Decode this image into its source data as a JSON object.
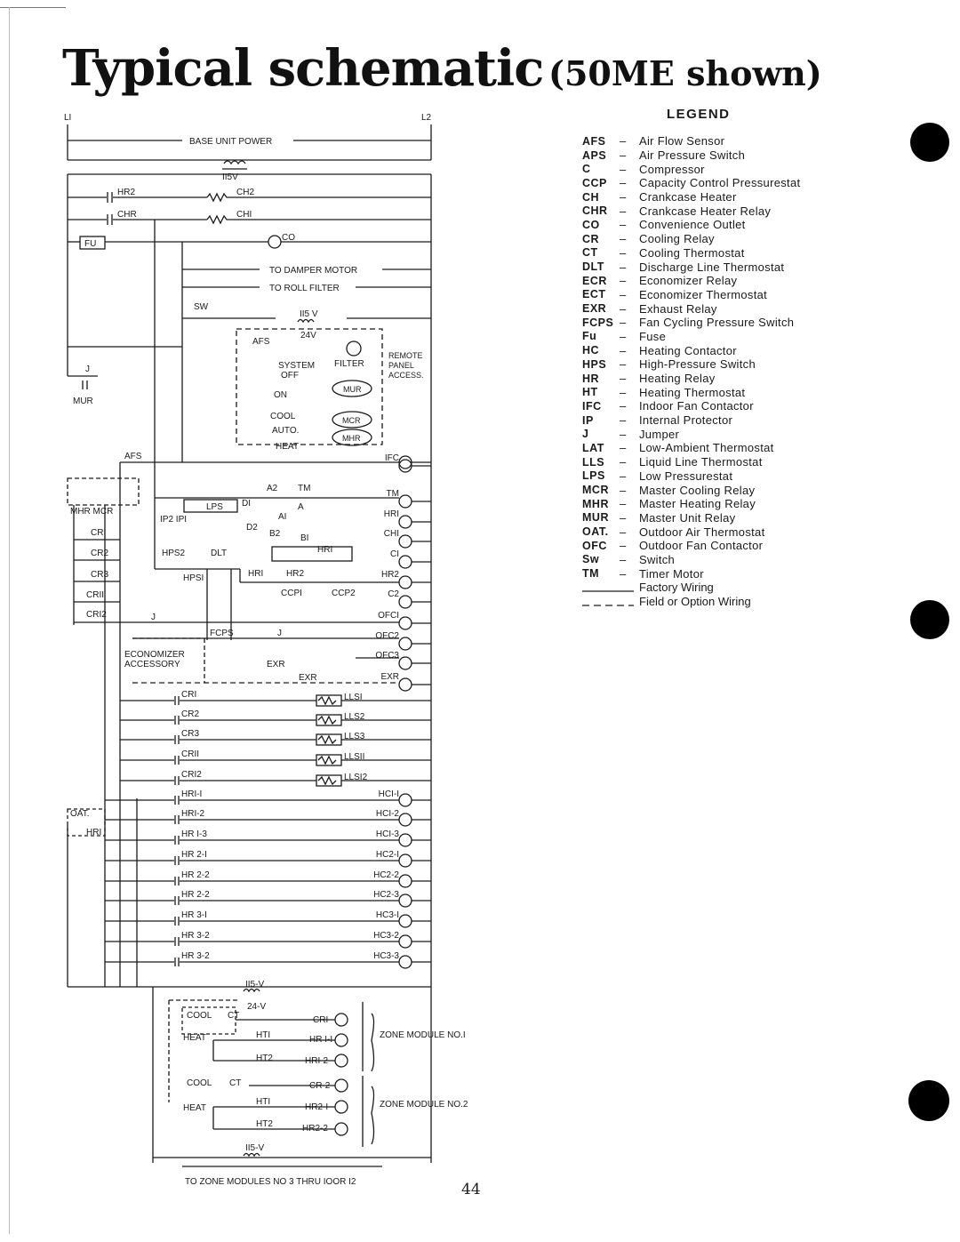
{
  "title": {
    "main": "Typical schematic",
    "sub": "(50ME shown)"
  },
  "legend": {
    "heading": "LEGEND",
    "items": [
      {
        "code": "AFS",
        "dash": "–",
        "desc": "Air Flow Sensor"
      },
      {
        "code": "APS",
        "dash": "–",
        "desc": "Air Pressure Switch"
      },
      {
        "code": "C",
        "dash": "–",
        "desc": "Compressor"
      },
      {
        "code": "CCP",
        "dash": "–",
        "desc": "Capacity Control Pressurestat"
      },
      {
        "code": "CH",
        "dash": "–",
        "desc": "Crankcase Heater"
      },
      {
        "code": "CHR",
        "dash": "–",
        "desc": "Crankcase Heater Relay"
      },
      {
        "code": "CO",
        "dash": "–",
        "desc": "Convenience Outlet"
      },
      {
        "code": "CR",
        "dash": "–",
        "desc": "Cooling Relay"
      },
      {
        "code": "CT",
        "dash": "–",
        "desc": "Cooling Thermostat"
      },
      {
        "code": "DLT",
        "dash": "–",
        "desc": "Discharge Line Thermostat"
      },
      {
        "code": "ECR",
        "dash": "–",
        "desc": "Economizer Relay"
      },
      {
        "code": "ECT",
        "dash": "–",
        "desc": "Economizer Thermostat"
      },
      {
        "code": "EXR",
        "dash": "–",
        "desc": "Exhaust Relay"
      },
      {
        "code": "FCPS",
        "dash": "–",
        "desc": "Fan Cycling Pressure Switch"
      },
      {
        "code": "Fu",
        "dash": "–",
        "desc": "Fuse"
      },
      {
        "code": "HC",
        "dash": "–",
        "desc": "Heating Contactor"
      },
      {
        "code": "HPS",
        "dash": "–",
        "desc": "High-Pressure Switch"
      },
      {
        "code": "HR",
        "dash": "–",
        "desc": "Heating Relay"
      },
      {
        "code": "HT",
        "dash": "–",
        "desc": "Heating Thermostat"
      },
      {
        "code": "IFC",
        "dash": "–",
        "desc": "Indoor Fan Contactor"
      },
      {
        "code": "IP",
        "dash": "–",
        "desc": "Internal Protector"
      },
      {
        "code": "J",
        "dash": "–",
        "desc": "Jumper"
      },
      {
        "code": "LAT",
        "dash": "–",
        "desc": "Low-Ambient Thermostat"
      },
      {
        "code": "LLS",
        "dash": "–",
        "desc": "Liquid Line Thermostat"
      },
      {
        "code": "LPS",
        "dash": "–",
        "desc": "Low Pressurestat"
      },
      {
        "code": "MCR",
        "dash": "–",
        "desc": "Master Cooling Relay"
      },
      {
        "code": "MHR",
        "dash": "–",
        "desc": "Master Heating Relay"
      },
      {
        "code": "MUR",
        "dash": "–",
        "desc": "Master Unit Relay"
      },
      {
        "code": "OAT.",
        "dash": "–",
        "desc": "Outdoor Air Thermostat"
      },
      {
        "code": "OFC",
        "dash": "–",
        "desc": "Outdoor Fan Contactor"
      },
      {
        "code": "Sw",
        "dash": "–",
        "desc": "Switch"
      },
      {
        "code": "TM",
        "dash": "–",
        "desc": "Timer Motor"
      }
    ],
    "factory_wiring": "Factory Wiring",
    "field_wiring": "Field or Option Wiring"
  },
  "schematic": {
    "l1": "LI",
    "l2": "L2",
    "base_unit_power": "BASE UNIT POWER",
    "v115": "II5V",
    "hr2": "HR2",
    "ch2": "CH2",
    "chr": "CHR",
    "ch1": "CHI",
    "fu": "FU",
    "co": "CO",
    "damper": "TO DAMPER MOTOR",
    "roll_filter": "TO ROLL FILTER",
    "sw": "SW",
    "v115b": "II5 V",
    "v24": "24V",
    "afs_top": "AFS",
    "remote": "REMOTE",
    "panel": "PANEL",
    "access": "ACCESS.",
    "system": "SYSTEM",
    "filter": "FILTER",
    "off": "OFF",
    "on": "ON",
    "mur": "MUR",
    "cool": "COOL",
    "auto": "AUTO.",
    "heat": "HEAT",
    "mcr": "MCR",
    "mhr": "MHR",
    "j": "J",
    "mur_left": "MUR",
    "afs": "AFS",
    "ifc": "IFC",
    "mhr_mcr": "MHR MCR",
    "a2": "A2",
    "tm": "TM",
    "lps": "LPS",
    "d1": "DI",
    "a": "A",
    "ip2_ip1": "IP2 IPI",
    "a1": "AI",
    "d2": "D2",
    "b2": "B2",
    "b1": "BI",
    "hr1": "HRI",
    "hps2": "HPS2",
    "dlt": "DLT",
    "hps1": "HPSI",
    "hr2b": "HR2",
    "ccp1": "CCPI",
    "ccp2": "CCP2",
    "cr1": "CRI",
    "cr2": "CR2",
    "cr3": "CR3",
    "cr11": "CRII",
    "cr12": "CRI2",
    "fcps": "FCPS",
    "economizer": "ECONOMIZER",
    "accessory": "ACCESSORY",
    "exr": "EXR",
    "oat": "OAT.",
    "zone_module_1": "ZONE MODULE NO.I",
    "zone_module_2": "ZONE MODULE NO.2",
    "v115_bottom": "II5-V",
    "v24_bottom": "24-V",
    "ct": "CT",
    "ht1": "HTI",
    "ht2": "HT2",
    "to_zone_modules": "TO ZONE MODULES NO 3 THRU IOOR I2",
    "right_loads": [
      "IFC",
      "TM",
      "HRI",
      "CHI",
      "CI",
      "HR2",
      "C2",
      "OFCI",
      "OFC2",
      "OFC3",
      "EXR"
    ],
    "lls": [
      "LLSI",
      "LLS2",
      "LLS3",
      "LLSII",
      "LLSI2"
    ],
    "lls_cr": [
      "CRI",
      "CR2",
      "CR3",
      "CRII",
      "CRI2"
    ],
    "hr_contacts": [
      "HRI-I",
      "HRI-2",
      "HR I-3",
      "HR 2-I",
      "HR 2-2",
      "HR 2-2",
      "HR 3-I",
      "HR 3-2",
      "HR 3-2"
    ],
    "hc_coils": [
      "HCI-I",
      "HCI-2",
      "HCI-3",
      "HC2-I",
      "HC2-2",
      "HC2-3",
      "HC3-I",
      "HC3-2",
      "HC3-3"
    ],
    "zone1": {
      "cool": "COOL",
      "heat": "HEAT",
      "cr": "CRI",
      "hr1": "HR I-I",
      "hr2": "HRI-2"
    },
    "zone2": {
      "cool": "COOL",
      "heat": "HEAT",
      "cr": "CR-2",
      "hr1": "HR2-I",
      "hr2": "HR2-2"
    }
  },
  "page_number": "44"
}
